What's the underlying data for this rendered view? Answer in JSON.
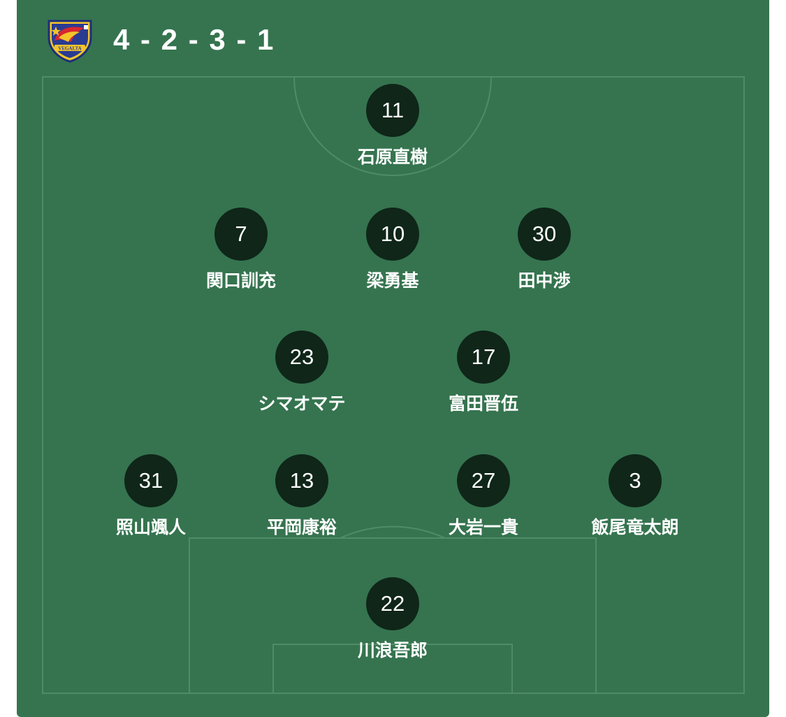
{
  "team": {
    "logo_label": "VEGALTA",
    "formation": "4 - 2 - 3 - 1"
  },
  "colors": {
    "pitch": "#35744f",
    "lines": "#4f8c66",
    "player_circle": "#0f2619",
    "text": "#ffffff"
  },
  "players": [
    {
      "number": "11",
      "name": "石原直樹"
    },
    {
      "number": "7",
      "name": "関口訓充"
    },
    {
      "number": "10",
      "name": "梁勇基"
    },
    {
      "number": "30",
      "name": "田中渉"
    },
    {
      "number": "23",
      "name": "シマオマテ"
    },
    {
      "number": "17",
      "name": "富田晋伍"
    },
    {
      "number": "31",
      "name": "照山颯人"
    },
    {
      "number": "13",
      "name": "平岡康裕"
    },
    {
      "number": "27",
      "name": "大岩一貴"
    },
    {
      "number": "3",
      "name": "飯尾竜太朗"
    },
    {
      "number": "22",
      "name": "川浪吾郎"
    }
  ]
}
